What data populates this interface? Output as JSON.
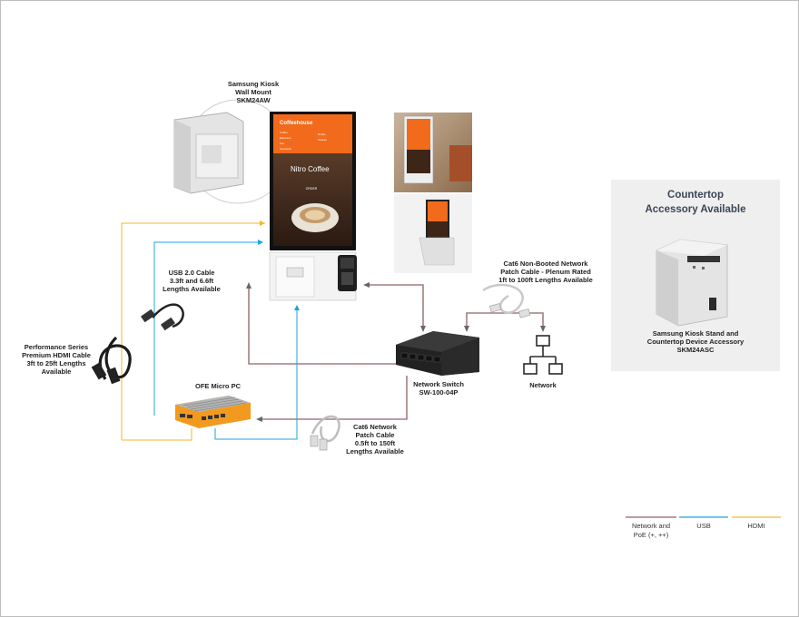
{
  "colors": {
    "network": "#c96a6f",
    "usb": "#1ba4dd",
    "hdmi": "#f5b72a",
    "accessory_bg": "#efefef",
    "device_orange": "#f29a1f",
    "kiosk_banner": "#f26a1b"
  },
  "labels": {
    "wall_mount": "Samsung Kiosk\nWall Mount\nSKM24AW",
    "usb_cable": "USB 2.0 Cable\n3.3ft and 6.6ft\nLengths Available",
    "hdmi_cable": "Performance Series\nPremium HDMI Cable\n3ft to 25ft Lengths\nAvailable",
    "micro_pc": "OFE Micro PC",
    "cat6_patch": "Cat6 Network\nPatch Cable\n0.5ft to 150ft\nLengths Available",
    "network_switch": "Network Switch\nSW-100-04P",
    "cat6_nonbooted": "Cat6 Non-Booted Network\nPatch Cable - Plenum Rated\n1ft to 100ft Lengths Available",
    "network": "Network"
  },
  "kiosk_screen": {
    "brand": "Coffeehouse",
    "headline": "Nitro Coffee",
    "button": "ORDER",
    "menu_left": [
      "Coffee",
      "Espresso",
      "Tea",
      "Sandwich"
    ],
    "menu_right": [
      "Drinks",
      "Snacks"
    ]
  },
  "accessory": {
    "title": "Countertop\nAccessory Available",
    "caption": "Samsung Kiosk Stand and\nCountertop Device Accessory\nSKM24ASC"
  },
  "legend": [
    {
      "label": "Network and\nPoE (+, ++)",
      "color": "#c96a6f",
      "style": "dashed"
    },
    {
      "label": "USB",
      "color": "#1ba4dd",
      "style": "solid"
    },
    {
      "label": "HDMI",
      "color": "#f5b72a",
      "style": "solid"
    }
  ]
}
